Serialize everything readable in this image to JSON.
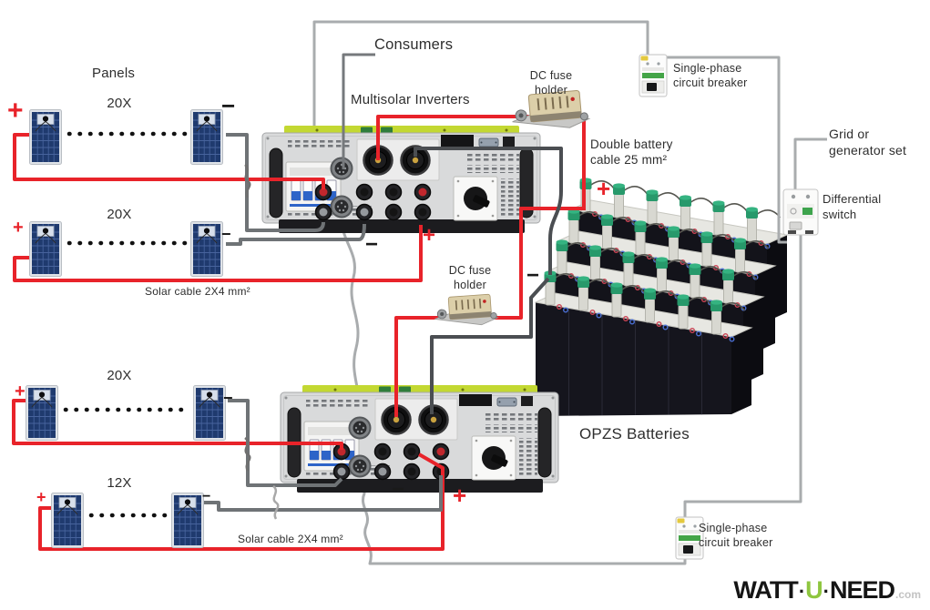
{
  "labels": {
    "panels": "Panels",
    "consumers": "Consumers",
    "inverters": "Multisolar Inverters",
    "dc_fuse_holder": "DC fuse\nholder",
    "single_phase_breaker": "Single-phase\ncircuit breaker",
    "double_battery_cable": "Double battery\ncable 25 mm²",
    "grid_or_generator": "Grid or\ngenerator set",
    "differential_switch": "Differential\nswitch",
    "opzs_batteries": "OPZS Batteries",
    "solar_cable": "Solar cable 2X4 mm²"
  },
  "strings": {
    "string1": "20X",
    "string2": "20X",
    "string3": "20X",
    "string4": "12X"
  },
  "signs": {
    "plus": "+",
    "minus": "−"
  },
  "logo": {
    "watt": "WATT",
    "dot": "·",
    "u": "U",
    "need": "NEED",
    "tld": ".com"
  },
  "colors": {
    "positive_wire": "#e8232a",
    "pv_negative_wire": "#6f7376",
    "battery_negative_wire": "#4b4e52",
    "ac_wire": "#a9acae",
    "inverter_strip": "#c3d832",
    "battery_cap": "#2aa06a",
    "logo_green": "#8ec63f",
    "panel_blue": "#1f3a6e"
  }
}
